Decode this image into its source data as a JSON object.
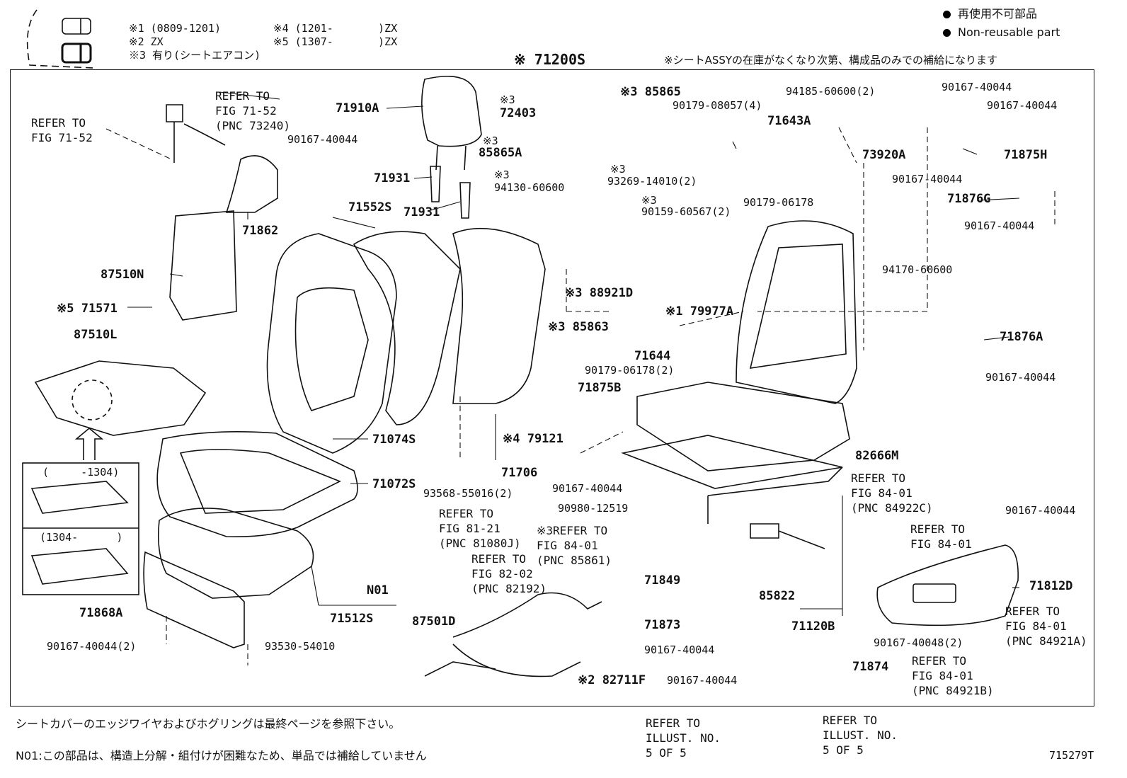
{
  "header": {
    "variants": [
      "※1 (0809-1201)",
      "※2 ZX",
      "※3 有り(シートエアコン)",
      "※4 (1201-       )ZX",
      "※5 (1307-       )ZX"
    ],
    "legend_jp": "再使用不可部品",
    "legend_en": "Non-reusable part",
    "main_part": "※ 71200S",
    "supply_note": "※シートASSYの在庫がなくなり次第、構成品のみでの補給になります"
  },
  "parts": {
    "p71910A": "71910A",
    "p71931a": "71931",
    "p71931b": "71931",
    "p71552S": "71552S",
    "p71862": "71862",
    "p87510N": "87510N",
    "p71571": "※5 71571",
    "p87510L": "87510L",
    "p71074S": "71074S",
    "p71072S": "71072S",
    "p71706": "71706",
    "p79121": "※4 79121",
    "p93568": "93568-55016(2)",
    "p71868A": "71868A",
    "p90167_2": "90167-40044(2)",
    "p93530": "93530-54010",
    "p71512S": "71512S",
    "pN01": "N01",
    "p87501D": "87501D",
    "p82711F": "※2 82711F",
    "p72403a": "※3",
    "p72403": "72403",
    "p85865Aa": "※3",
    "p85865A": "85865A",
    "p94130a": "※3",
    "p94130": "94130-60600",
    "p85865": "※3 85865",
    "p90179_08": "90179-08057(4)",
    "p94185": "94185-60600(2)",
    "p71643A": "71643A",
    "p93269a": "※3",
    "p93269": "93269-14010(2)",
    "p90159a": "※3",
    "p90159": "90159-60567(2)",
    "p90179_06": "90179-06178",
    "p88921D": "※3 88921D",
    "p85863": "※3 85863",
    "p179977A": "※1 79977A",
    "p71644": "71644",
    "p90179_06_2": "90179-06178(2)",
    "p71875B": "71875B",
    "p90167_a": "90167-40044",
    "p90980": "90980-12519",
    "p71849": "71849",
    "p85822": "85822",
    "p71873": "71873",
    "p90167_b": "90167-40044",
    "p90167_c": "90167-40044",
    "p71874": "71874",
    "p71120B": "71120B",
    "p90167_left": "90167-40044",
    "p73920A": "73920A",
    "p90167_r1": "90167-40044",
    "p90167_r2": "90167-40044",
    "p71875H": "71875H",
    "p90167_r3": "90167-40044",
    "p71876G": "71876G",
    "p90167_r4": "90167-40044",
    "p94170": "94170-60600",
    "p71876A": "71876A",
    "p90167_r5": "90167-40044",
    "p82666M": "82666M",
    "p90167_r6": "90167-40044",
    "p71812D": "71812D",
    "p90167_48": "90167-40048(2)"
  },
  "refs": {
    "r1": "REFER TO\nFIG 71-52\n(PNC 73240)",
    "r2": "REFER TO\nFIG 71-52",
    "r3": "REFER TO\nFIG 81-21\n(PNC 81080J)",
    "r4": "REFER TO\nFIG 82-02\n(PNC 82192)",
    "r5": "※3REFER TO\nFIG 84-01\n(PNC 85861)",
    "r6": "REFER TO\nFIG 84-01\n(PNC 84922C)",
    "r7": "REFER TO\nFIG 84-01",
    "r8": "REFER TO\nFIG 84-01\n(PNC 84921A)",
    "r9": "REFER TO\nFIG 84-01\n(PNC 84921B)",
    "r10": "REFER TO\nILLUST. NO.\n5 OF 5",
    "r11": "REFER TO\nILLUST. NO.\n5 OF 5"
  },
  "inset": {
    "top_label": "(     -1304)",
    "bottom_label": "(1304-      )"
  },
  "footer": {
    "note1": "シートカバーのエッジワイヤおよびホグリングは最終ページを参照下さい。",
    "note2": "N01:この部品は、構造上分解・組付けが困難なため、単品では補給していません",
    "figure_id": "715279T"
  }
}
